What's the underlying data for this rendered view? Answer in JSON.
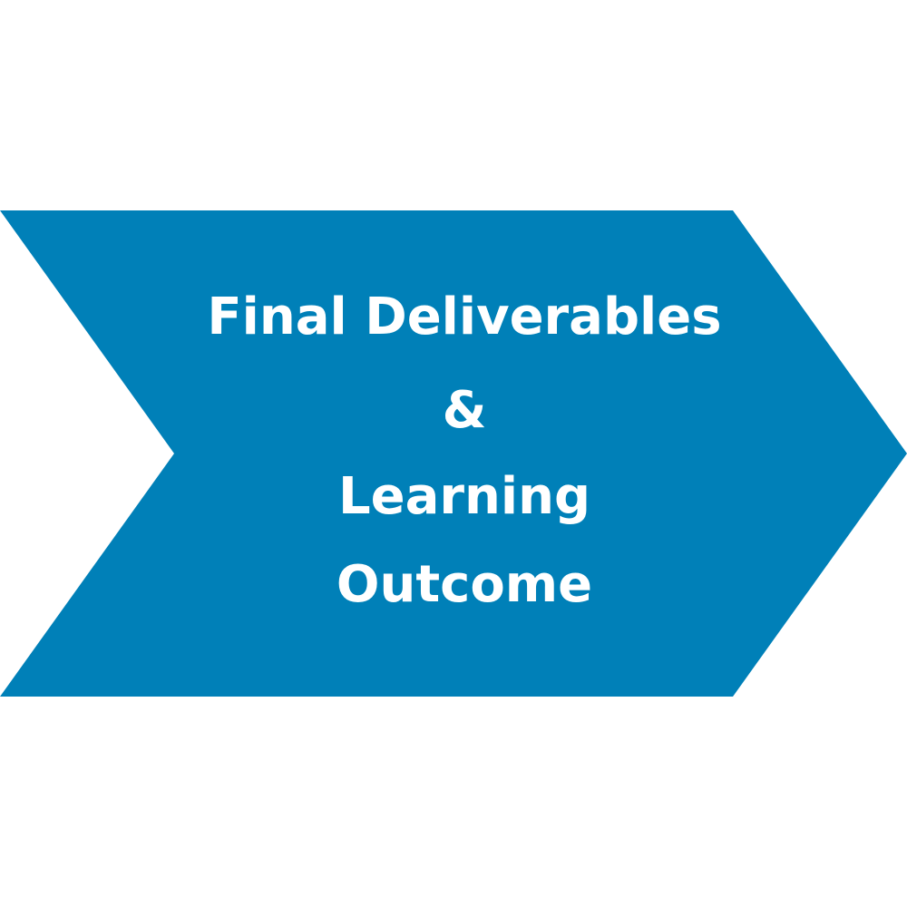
{
  "diagram": {
    "fill_color": "#0080B8",
    "lines": [
      "Final Deliverables",
      "&",
      "Learning",
      "Outcome"
    ]
  }
}
